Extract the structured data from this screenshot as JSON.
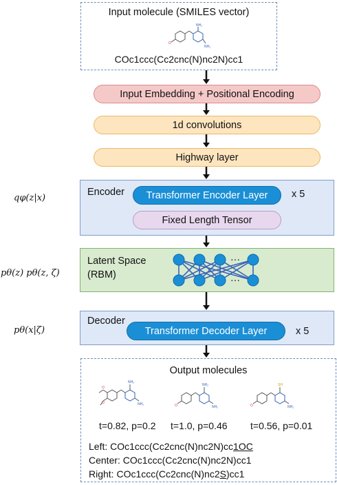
{
  "input": {
    "title": "Input molecule (SMILES vector)",
    "smiles": "COc1ccc(Cc2cnc(N)nc2N)cc1"
  },
  "pipeline": {
    "embedding": "Input Embedding + Positional Encoding",
    "conv": "1d convolutions",
    "highway": "Highway layer"
  },
  "encoder": {
    "math": "qφ(z|x)",
    "label": "Encoder",
    "layer": "Transformer Encoder Layer",
    "repeat": "x 5",
    "tensor": "Fixed Length Tensor"
  },
  "latent": {
    "math": "pθ(z) pθ(z, ζ)",
    "label_line1": "Latent Space",
    "label_line2": "(RBM)",
    "dots": "···"
  },
  "decoder": {
    "math": "pθ(x|ζ)",
    "label": "Decoder",
    "layer": "Transformer Decoder Layer",
    "repeat": "x 5"
  },
  "output": {
    "title": "Output molecules",
    "molecules": [
      {
        "caption": "t=0.82, p=0.2"
      },
      {
        "caption": "t=1.0, p=0.46"
      },
      {
        "caption": "t=0.56, p=0.01"
      }
    ],
    "atom_labels": {
      "nh2": "NH₂",
      "sh": "SH",
      "n": "N",
      "o": "O"
    },
    "lines": {
      "left_prefix": "Left: COc1ccc(Cc2cnc(N)nc2N)cc",
      "left_underlined": "1OC",
      "center": "Center: COc1ccc(Cc2cnc(N)nc2N)cc1",
      "right_prefix": "Right: COc1ccc(Cc2cnc(N)nc2",
      "right_underlined": "S",
      "right_suffix": ")cc1"
    }
  },
  "colors": {
    "arrow": "#111111",
    "node_fill": "#1b8fd6",
    "edge": "#3a63b8",
    "nitrogen": "#2f5fb3",
    "oxygen": "#d33",
    "sulfur": "#c9a400"
  }
}
